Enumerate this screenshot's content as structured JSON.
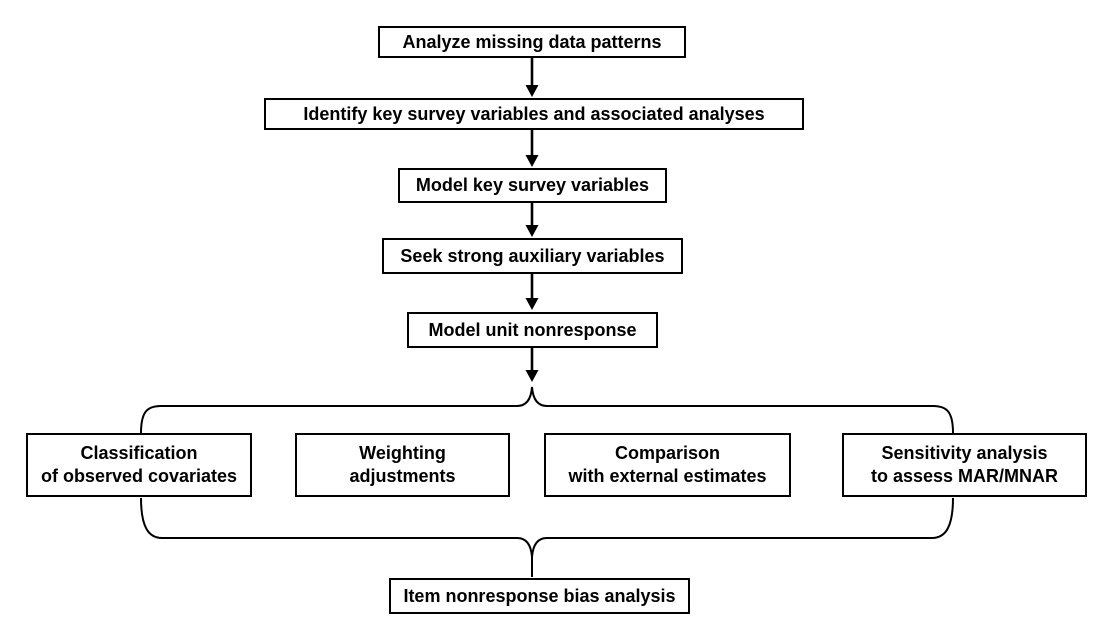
{
  "diagram": {
    "type": "flowchart",
    "colors": {
      "background": "#ffffff",
      "line": "#000000",
      "box_fill": "#ffffff",
      "text": "#000000"
    },
    "flow_steps": [
      {
        "label": "Analyze missing data patterns"
      },
      {
        "label": "Identify key survey variables and associated analyses"
      },
      {
        "label": "Model key survey variables"
      },
      {
        "label": "Seek strong auxiliary variables"
      },
      {
        "label": "Model unit nonresponse"
      }
    ],
    "branch_boxes": [
      {
        "line1": "Classification",
        "line2": "of observed covariates"
      },
      {
        "line1": "Weighting",
        "line2": "adjustments"
      },
      {
        "line1": "Comparison",
        "line2": "with external estimates"
      },
      {
        "line1": "Sensitivity analysis",
        "line2": "to assess MAR/MNAR"
      }
    ],
    "final_step": {
      "label": "Item nonresponse bias analysis"
    }
  }
}
